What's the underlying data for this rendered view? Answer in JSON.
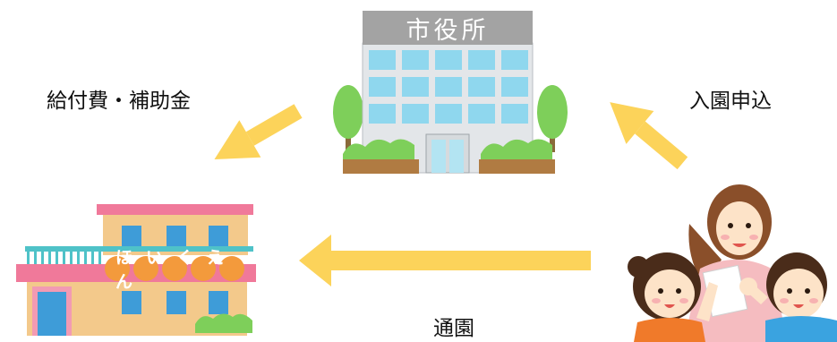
{
  "city_hall": {
    "sign": "市役所"
  },
  "nursery": {
    "sign": "ほいくえん"
  },
  "labels": {
    "subsidy": "給付費・補助金",
    "application": "入園申込",
    "attendance": "通園"
  },
  "colors": {
    "arrow": "#fcd35a",
    "building_gray": "#a8a8a8",
    "window_blue": "#8fd7ee",
    "tree_green": "#7ecf5a",
    "nursery_wall": "#f3c98b",
    "nursery_pink": "#f0799a",
    "sign_orange": "#f39a3c"
  }
}
